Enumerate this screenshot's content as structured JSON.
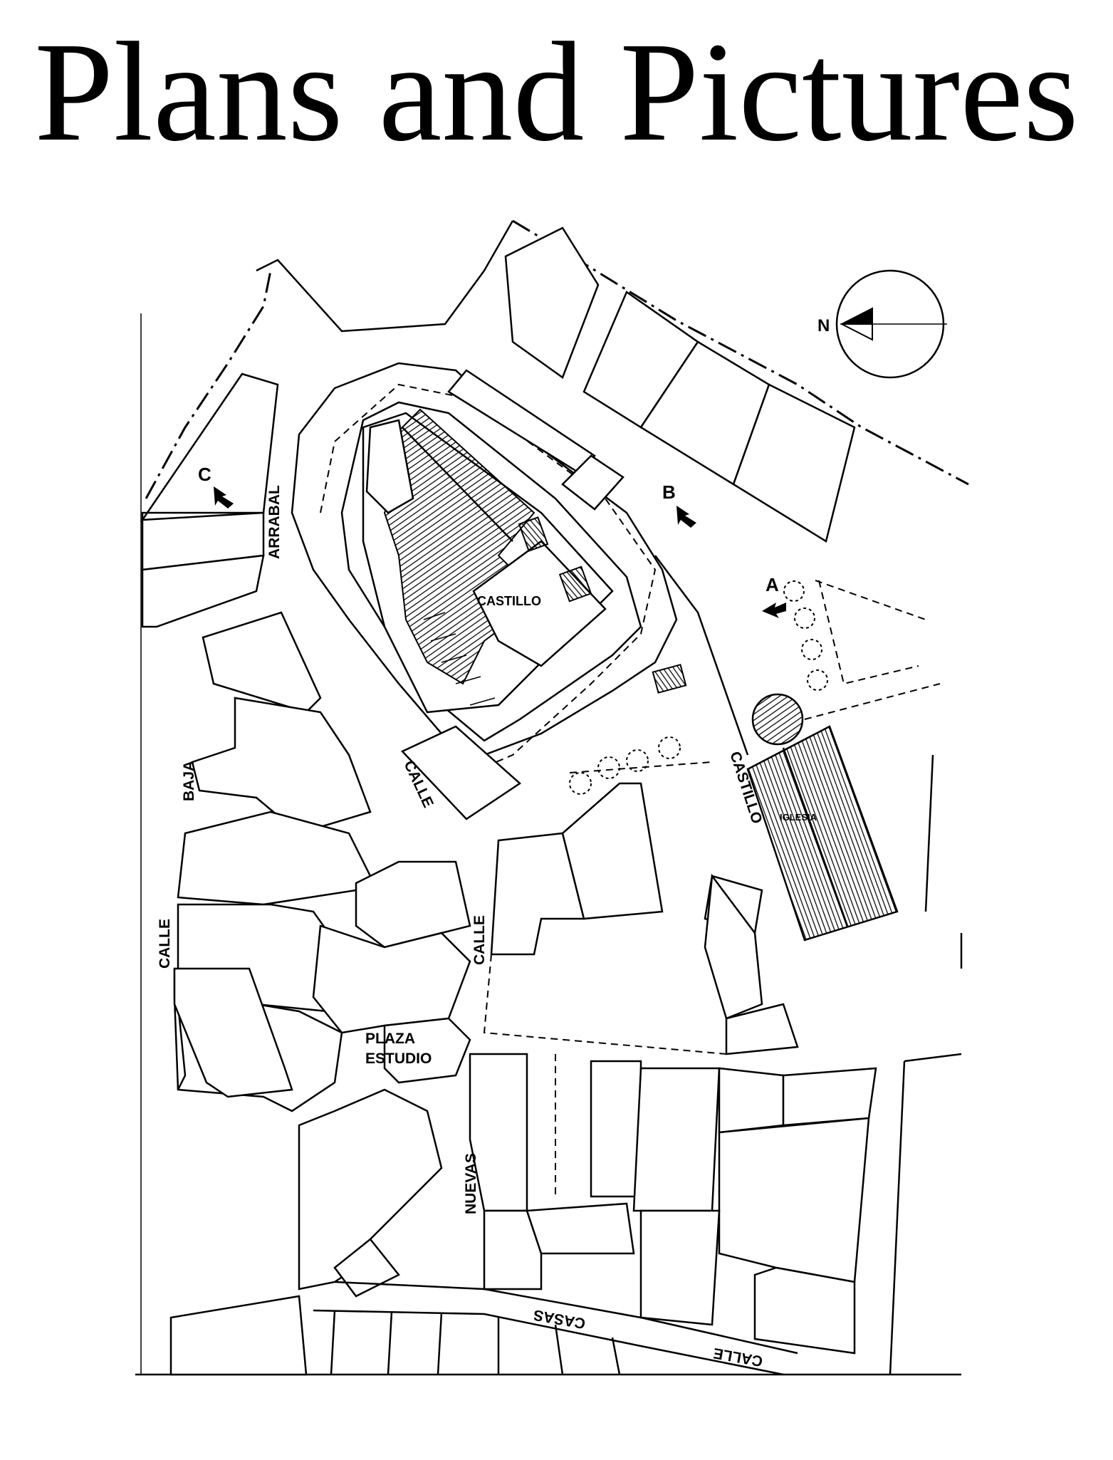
{
  "title": "Plans and Pictures",
  "map": {
    "north_label": "N",
    "viewpoints": {
      "a": "A",
      "b": "B",
      "c": "C"
    },
    "buildings": {
      "castle": "CASTILLO",
      "church": "IGLESIA"
    },
    "streets": {
      "arrabal": "ARRABAL",
      "calle_baja_1": "CALLE",
      "calle_baja_2": "BAJA",
      "calle_castillo_1": "CALLE",
      "calle_castillo_2": "CASTILLO",
      "calle_center": "CALLE",
      "plaza_1": "PLAZA",
      "plaza_2": "ESTUDIO",
      "nuevas": "NUEVAS",
      "casas": "CASAS",
      "calle_casas": "CALLE"
    }
  }
}
